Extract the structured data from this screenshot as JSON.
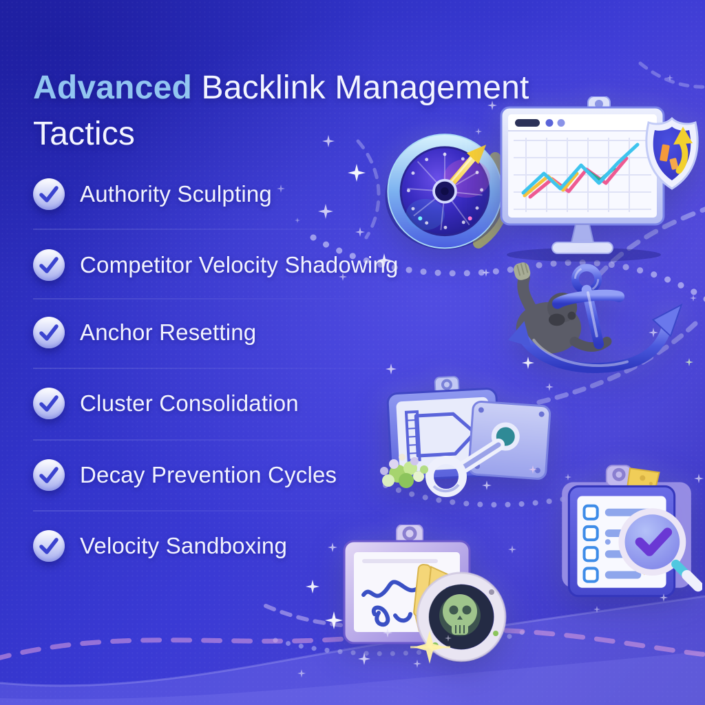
{
  "header": {
    "title_accent": "Advanced",
    "title_rest": " Backlink Management Tactics"
  },
  "list": {
    "items": [
      {
        "icon": "check-icon",
        "label": "Authority Sculpting"
      },
      {
        "icon": "check-icon",
        "label": "Competitor Velocity Shadowing"
      },
      {
        "icon": "check-icon",
        "label": "Anchor Resetting"
      },
      {
        "icon": "check-icon",
        "label": "Cluster Consolidation"
      },
      {
        "icon": "check-icon",
        "label": "Decay Prevention Cycles"
      },
      {
        "icon": "check-icon",
        "label": "Velocity Sandboxing"
      }
    ]
  },
  "illustrations": {
    "gauge": "speedometer-gauge",
    "monitor": "monitor-growth-chart-with-shield",
    "anchor": "anchor-with-figure",
    "chain": "linked-panels-with-green-cluster",
    "audit": "checklist-with-magnifier-check",
    "toxic": "sketchpad-with-skull-porthole"
  },
  "colors": {
    "background": "#3334cc",
    "title_accent": "#92c5f1",
    "text": "#f3f4ff",
    "badge_fill": "#cdd2f7",
    "badge_check": "#3a43cf",
    "sparkle": "#e6e3fb",
    "trail_lavender": "#d7d7fa",
    "trail_pink": "#e1a0dc"
  }
}
